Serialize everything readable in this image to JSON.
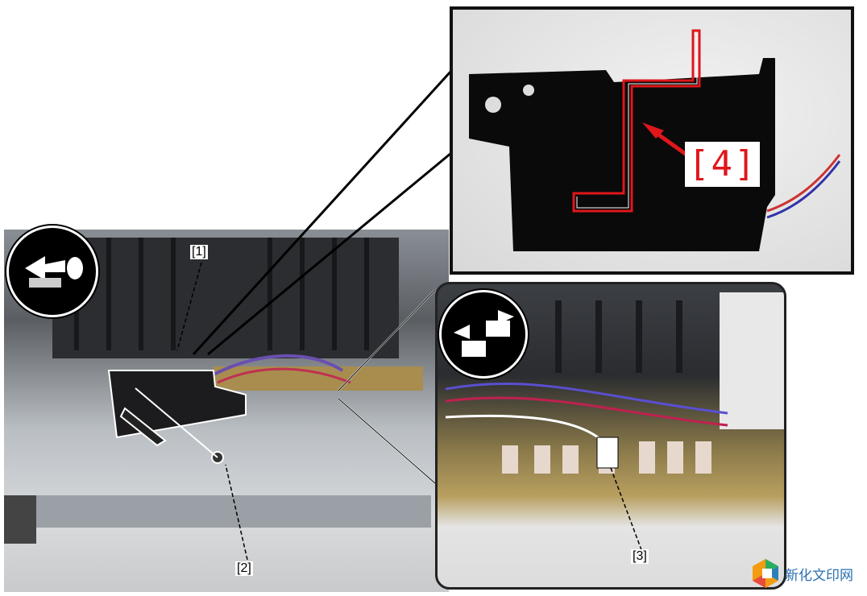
{
  "labels": {
    "part1": "[1]",
    "part2": "[2]",
    "part3": "[3]",
    "part4": "[4]"
  },
  "icons": {
    "remove_screw": "screw-removal-icon",
    "disconnect": "connector-disconnect-icon"
  },
  "watermark": {
    "text": "新化文印网"
  },
  "colors": {
    "highlight": "#e0161b",
    "outline": "#ffffff"
  }
}
